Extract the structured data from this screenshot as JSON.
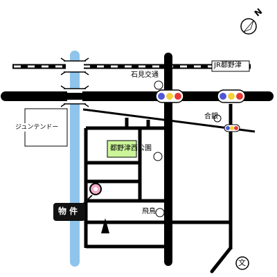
{
  "map": {
    "north_mark": "N",
    "station_label": "JR都野津",
    "intersection_top": "石見交通",
    "intersection_right": "合銀",
    "store_label": "ジュンテンドー",
    "park_label": "都野津西公園",
    "bus_stop": "飛鳥",
    "school_mark": "文",
    "property_label": "物 件"
  },
  "colors": {
    "road": "#000000",
    "river": "#8fc4ec",
    "park_fill": "#ccf59a",
    "property_marker": "#f3a8c8",
    "property_label_bg": "#111111",
    "signal_red": "#e53935",
    "signal_yellow": "#f2d23b",
    "signal_blue": "#4f56d8"
  }
}
